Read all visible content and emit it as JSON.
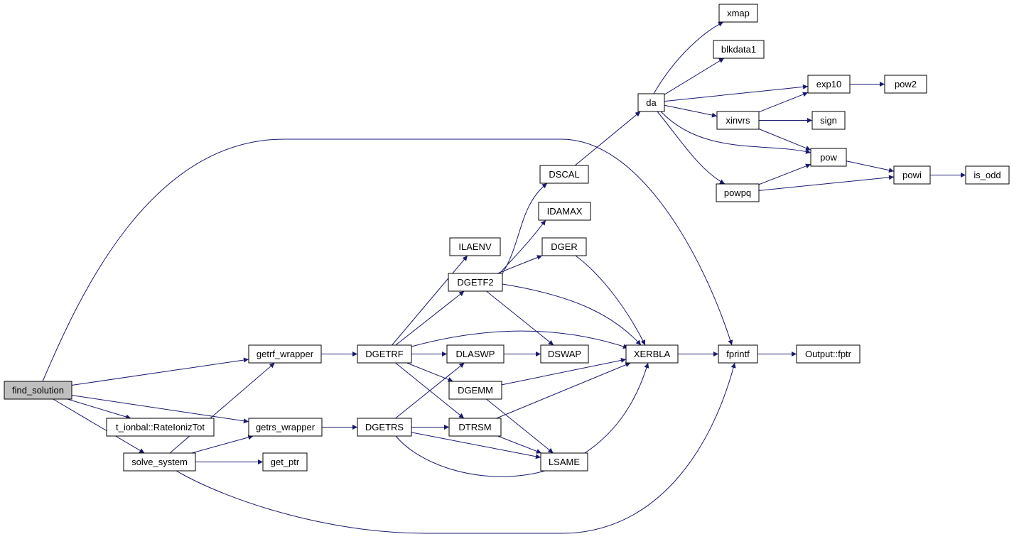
{
  "colors": {
    "edge": "#191970",
    "root_fill": "#bfbfbf",
    "node_fill": "#ffffff",
    "node_border": "#000000"
  },
  "nodes": {
    "find_solution": "find_solution",
    "getrf_wrapper": "getrf_wrapper",
    "getrs_wrapper": "getrs_wrapper",
    "t_ionbal": "t_ionbal::RateIonizTot",
    "solve_system": "solve_system",
    "get_ptr": "get_ptr",
    "DGETRF": "DGETRF",
    "DGETRS": "DGETRS",
    "ILAENV": "ILAENV",
    "DGETF2": "DGETF2",
    "DLASWP": "DLASWP",
    "DGEMM": "DGEMM",
    "DTRSM": "DTRSM",
    "DSCAL": "DSCAL",
    "IDAMAX": "IDAMAX",
    "DGER": "DGER",
    "DSWAP": "DSWAP",
    "LSAME": "LSAME",
    "XERBLA": "XERBLA",
    "fprintf": "fprintf",
    "Output_fptr": "Output::fptr",
    "da": "da",
    "xmap": "xmap",
    "blkdata1": "blkdata1",
    "exp10": "exp10",
    "xinvrs": "xinvrs",
    "sign": "sign",
    "pow": "pow",
    "powpq": "powpq",
    "pow2": "pow2",
    "powi": "powi",
    "is_odd": "is_odd"
  },
  "edges": [
    [
      "find_solution",
      "fprintf"
    ],
    [
      "find_solution",
      "getrf_wrapper"
    ],
    [
      "find_solution",
      "getrs_wrapper"
    ],
    [
      "find_solution",
      "t_ionbal"
    ],
    [
      "find_solution",
      "solve_system"
    ],
    [
      "getrf_wrapper",
      "DGETRF"
    ],
    [
      "getrs_wrapper",
      "DGETRS"
    ],
    [
      "solve_system",
      "getrf_wrapper"
    ],
    [
      "solve_system",
      "getrs_wrapper"
    ],
    [
      "solve_system",
      "get_ptr"
    ],
    [
      "solve_system",
      "fprintf"
    ],
    [
      "DGETRF",
      "ILAENV"
    ],
    [
      "DGETRF",
      "DGETF2"
    ],
    [
      "DGETRF",
      "XERBLA"
    ],
    [
      "DGETRF",
      "DLASWP"
    ],
    [
      "DGETRF",
      "DGEMM"
    ],
    [
      "DGETRF",
      "DTRSM"
    ],
    [
      "DGETRS",
      "DLASWP"
    ],
    [
      "DGETRS",
      "DTRSM"
    ],
    [
      "DGETRS",
      "LSAME"
    ],
    [
      "DGETRS",
      "XERBLA"
    ],
    [
      "DGETF2",
      "DSCAL"
    ],
    [
      "DGETF2",
      "IDAMAX"
    ],
    [
      "DGETF2",
      "DGER"
    ],
    [
      "DGETF2",
      "XERBLA"
    ],
    [
      "DGETF2",
      "DSWAP"
    ],
    [
      "DLASWP",
      "DSWAP"
    ],
    [
      "DGEMM",
      "XERBLA"
    ],
    [
      "DGEMM",
      "LSAME"
    ],
    [
      "DTRSM",
      "XERBLA"
    ],
    [
      "DTRSM",
      "LSAME"
    ],
    [
      "DGER",
      "XERBLA"
    ],
    [
      "DSCAL",
      "da"
    ],
    [
      "XERBLA",
      "fprintf"
    ],
    [
      "fprintf",
      "Output_fptr"
    ],
    [
      "da",
      "xmap"
    ],
    [
      "da",
      "blkdata1"
    ],
    [
      "da",
      "exp10"
    ],
    [
      "da",
      "xinvrs"
    ],
    [
      "da",
      "pow"
    ],
    [
      "da",
      "powpq"
    ],
    [
      "exp10",
      "pow2"
    ],
    [
      "xinvrs",
      "exp10"
    ],
    [
      "xinvrs",
      "sign"
    ],
    [
      "xinvrs",
      "pow"
    ],
    [
      "powpq",
      "pow"
    ],
    [
      "powpq",
      "powi"
    ],
    [
      "pow",
      "powi"
    ],
    [
      "powi",
      "is_odd"
    ]
  ]
}
